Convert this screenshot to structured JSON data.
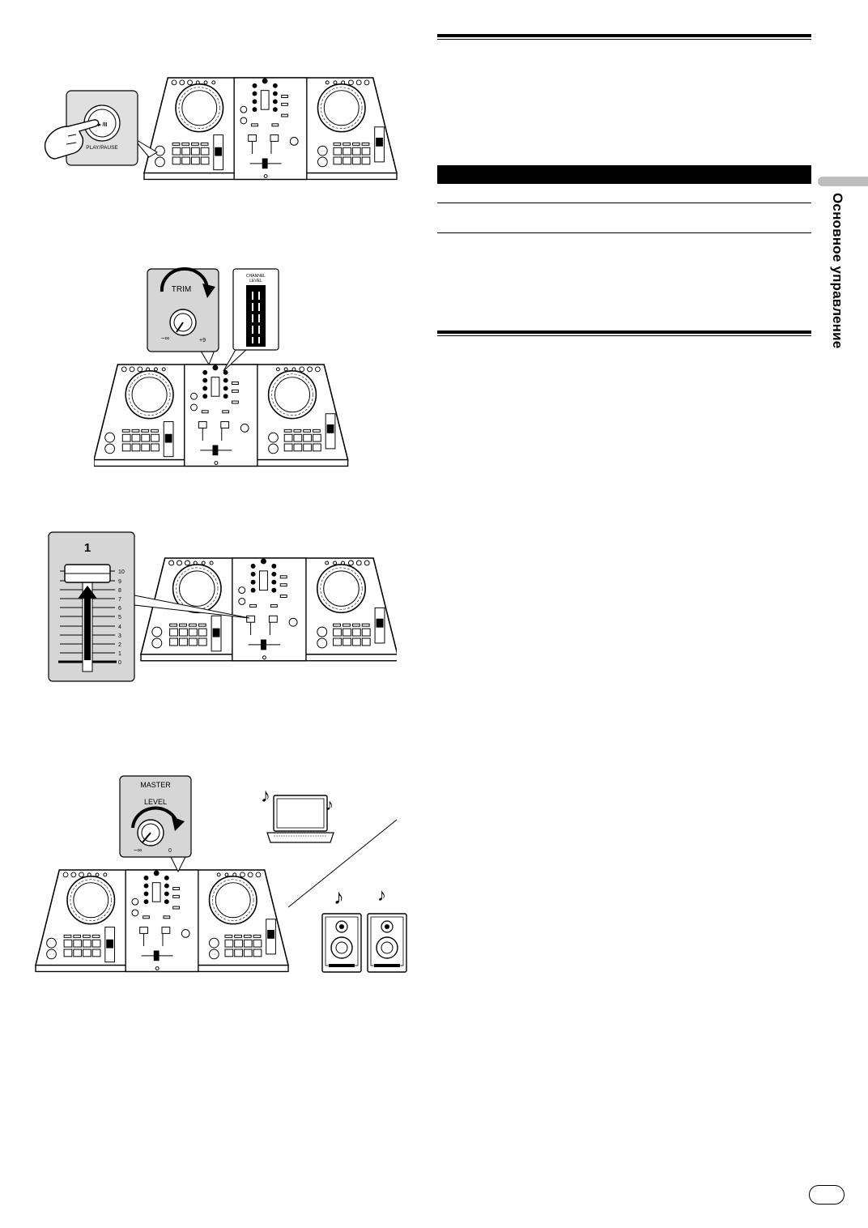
{
  "sidebar": {
    "section_title": "Основное управление"
  },
  "figure_play": {
    "button_label": "PLAY/PAUSE",
    "button_symbol": "►/II"
  },
  "figure_trim": {
    "knob_label": "TRIM",
    "min_label": "−∞",
    "max_label": "+9",
    "meter_label_line1": "CHANNEL",
    "meter_label_line2": "LEVEL"
  },
  "figure_fader": {
    "channel_number": "1",
    "scale": [
      "10",
      "9",
      "8",
      "7",
      "6",
      "5",
      "4",
      "3",
      "2",
      "1",
      "0"
    ]
  },
  "figure_master": {
    "label_line1": "MASTER",
    "label_line2": "LEVEL",
    "min_label": "−∞",
    "max_label": "0",
    "note_glyph": "♪"
  },
  "colors": {
    "ink": "#000000",
    "panel_gray": "#d6d6d6",
    "tab_gray": "#bdbdbd"
  }
}
